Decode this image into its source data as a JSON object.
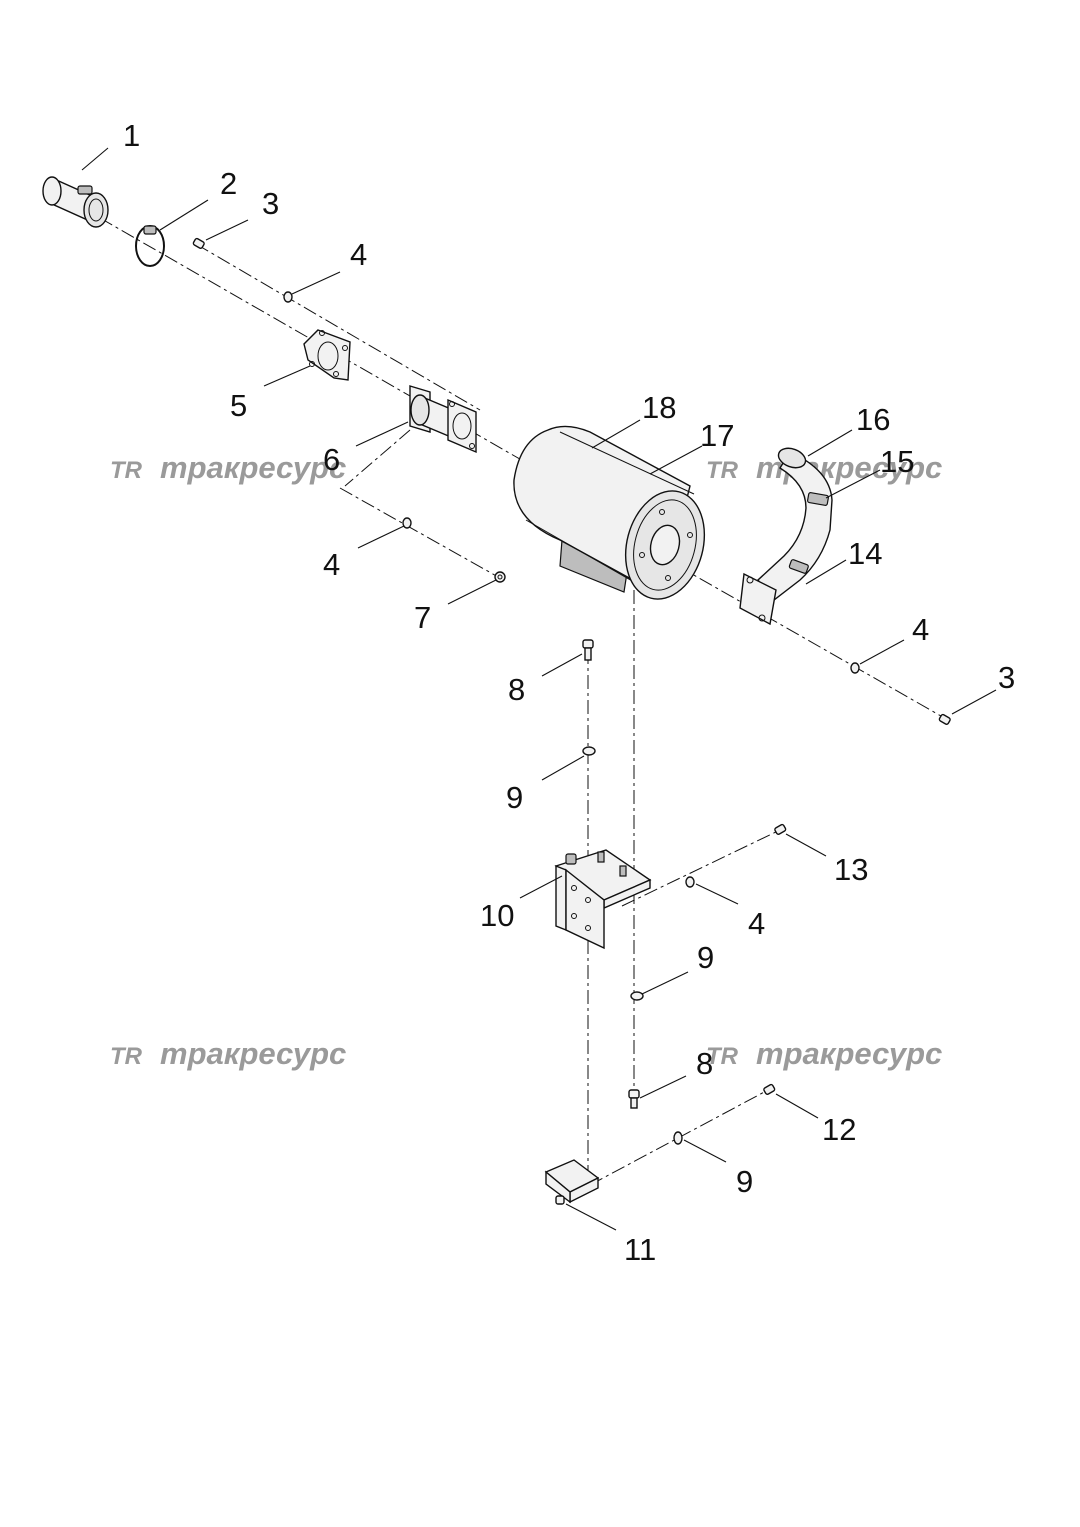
{
  "watermark": {
    "logo": "TR",
    "text": "тракресурс"
  },
  "callouts": {
    "c1": "1",
    "c2": "2",
    "c3a": "3",
    "c4a": "4",
    "c5": "5",
    "c6": "6",
    "c4b": "4",
    "c7": "7",
    "c18": "18",
    "c17": "17",
    "c16": "16",
    "c15": "15",
    "c14": "14",
    "c4c": "4",
    "c3b": "3",
    "c8a": "8",
    "c9a": "9",
    "c10": "10",
    "c13": "13",
    "c4d": "4",
    "c9b": "9",
    "c8b": "8",
    "c12": "12",
    "c9c": "9",
    "c11": "11"
  }
}
